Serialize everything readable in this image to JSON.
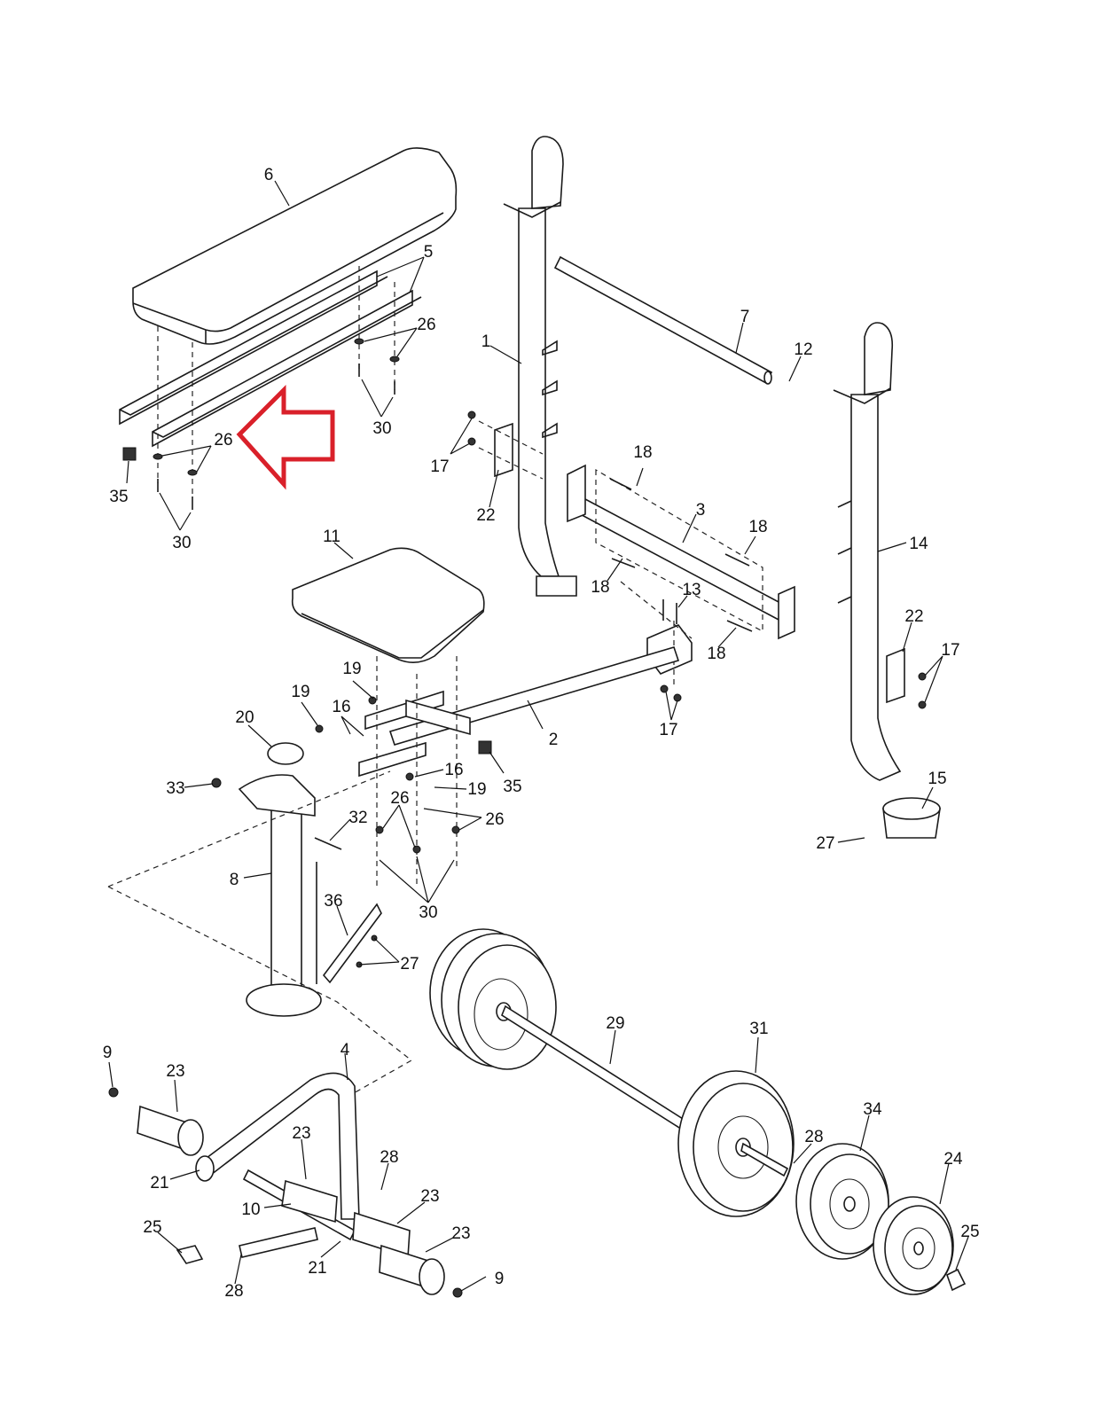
{
  "diagram": {
    "arrow_color": "#d9202a",
    "callouts": [
      {
        "id": "c6",
        "label": "6"
      },
      {
        "id": "c5",
        "label": "5"
      },
      {
        "id": "c26a",
        "label": "26"
      },
      {
        "id": "c30a",
        "label": "30"
      },
      {
        "id": "c26b",
        "label": "26"
      },
      {
        "id": "c35a",
        "label": "35"
      },
      {
        "id": "c30b",
        "label": "30"
      },
      {
        "id": "c1",
        "label": "1"
      },
      {
        "id": "c7",
        "label": "7"
      },
      {
        "id": "c12",
        "label": "12"
      },
      {
        "id": "c17a",
        "label": "17"
      },
      {
        "id": "c22a",
        "label": "22"
      },
      {
        "id": "c18a",
        "label": "18"
      },
      {
        "id": "c3",
        "label": "3"
      },
      {
        "id": "c18b",
        "label": "18"
      },
      {
        "id": "c18c",
        "label": "18"
      },
      {
        "id": "c13",
        "label": "13"
      },
      {
        "id": "c18d",
        "label": "18"
      },
      {
        "id": "c14",
        "label": "14"
      },
      {
        "id": "c22b",
        "label": "22"
      },
      {
        "id": "c17b",
        "label": "17"
      },
      {
        "id": "c17c",
        "label": "17"
      },
      {
        "id": "c11",
        "label": "11"
      },
      {
        "id": "c19a",
        "label": "19"
      },
      {
        "id": "c19b",
        "label": "19"
      },
      {
        "id": "c16a",
        "label": "16"
      },
      {
        "id": "c20",
        "label": "20"
      },
      {
        "id": "c2",
        "label": "2"
      },
      {
        "id": "c35b",
        "label": "35"
      },
      {
        "id": "c16b",
        "label": "16"
      },
      {
        "id": "c19c",
        "label": "19"
      },
      {
        "id": "c33",
        "label": "33"
      },
      {
        "id": "c15",
        "label": "15"
      },
      {
        "id": "c27a",
        "label": "27"
      },
      {
        "id": "c26c",
        "label": "26"
      },
      {
        "id": "c26d",
        "label": "26"
      },
      {
        "id": "c32",
        "label": "32"
      },
      {
        "id": "c8",
        "label": "8"
      },
      {
        "id": "c30c",
        "label": "30"
      },
      {
        "id": "c36",
        "label": "36"
      },
      {
        "id": "c27b",
        "label": "27"
      },
      {
        "id": "c29",
        "label": "29"
      },
      {
        "id": "c31",
        "label": "31"
      },
      {
        "id": "c9a",
        "label": "9"
      },
      {
        "id": "c23a",
        "label": "23"
      },
      {
        "id": "c4",
        "label": "4"
      },
      {
        "id": "c23b",
        "label": "23"
      },
      {
        "id": "c28a",
        "label": "28"
      },
      {
        "id": "c28b",
        "label": "28"
      },
      {
        "id": "c34",
        "label": "34"
      },
      {
        "id": "c24",
        "label": "24"
      },
      {
        "id": "c21a",
        "label": "21"
      },
      {
        "id": "c10",
        "label": "10"
      },
      {
        "id": "c23c",
        "label": "23"
      },
      {
        "id": "c25a",
        "label": "25"
      },
      {
        "id": "c23d",
        "label": "23"
      },
      {
        "id": "c25b",
        "label": "25"
      },
      {
        "id": "c21b",
        "label": "21"
      },
      {
        "id": "c9b",
        "label": "9"
      },
      {
        "id": "c28c",
        "label": "28"
      }
    ]
  }
}
